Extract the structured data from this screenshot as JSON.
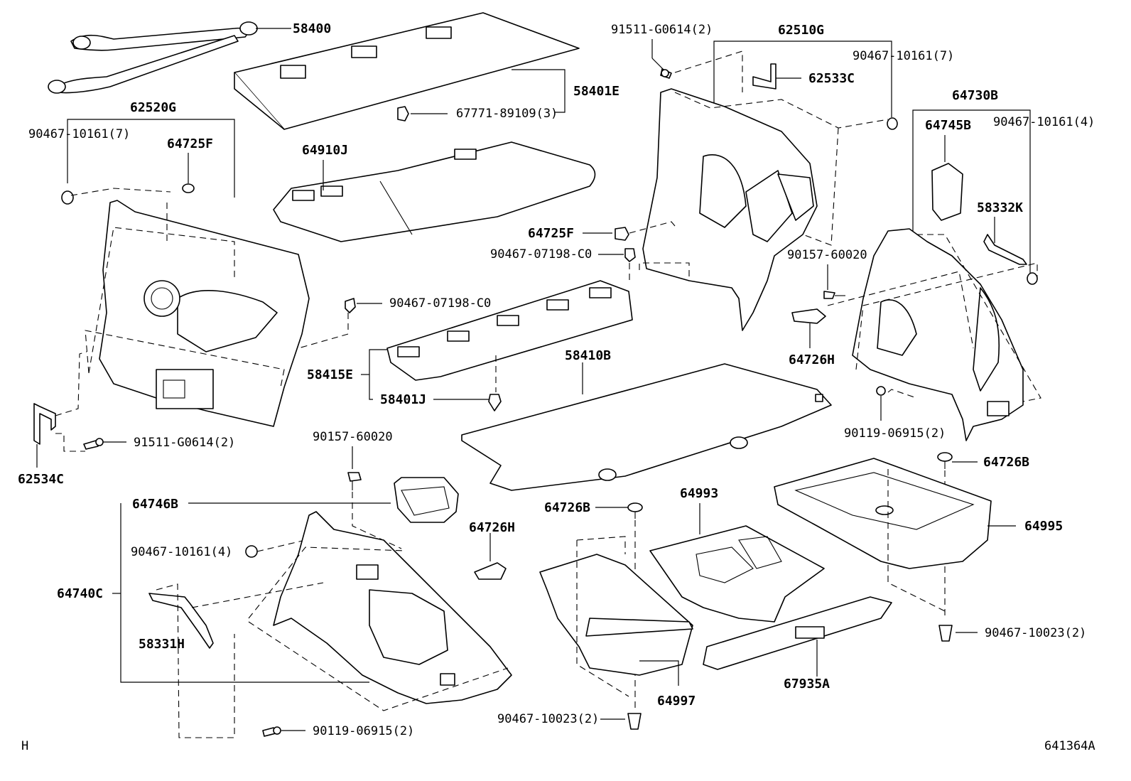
{
  "labels": {
    "l58400": "58400",
    "l58401E": "58401E",
    "l67771": "67771-89109(3)",
    "l64910J": "64910J",
    "l62520G": "62520G",
    "l90467_10161_7_left": "90467-10161(7)",
    "l64725F_left": "64725F",
    "l91511_top": "91511-G0614(2)",
    "l62510G": "62510G",
    "l62533C": "62533C",
    "l90467_10161_7_right": "90467-10161(7)",
    "l64730B": "64730B",
    "l64745B": "64745B",
    "l90467_10161_4_right": "90467-10161(4)",
    "l58332K": "58332K",
    "l64725F_mid": "64725F",
    "l90467_07198_mid": "90467-07198-C0",
    "l90157_60020_right": "90157-60020",
    "l90467_07198_left": "90467-07198-C0",
    "l64726H_right": "64726H",
    "l58415E": "58415E",
    "l58410B": "58410B",
    "l58401J": "58401J",
    "l90119_06915_right": "90119-06915(2)",
    "l91511_bottom": "91511-G0614(2)",
    "l62534C": "62534C",
    "l90157_60020_left": "90157-60020",
    "l64726B_right": "64726B",
    "l64746B": "64746B",
    "l64993": "64993",
    "l64726B_mid": "64726B",
    "l64726H_left": "64726H",
    "l64995": "64995",
    "l90467_10161_4_left": "90467-10161(4)",
    "l64740C": "64740C",
    "l58331H": "58331H",
    "l90467_10023_right": "90467-10023(2)",
    "l67935A": "67935A",
    "l64997": "64997",
    "l90467_10023_bottom": "90467-10023(2)",
    "l90119_06915_bottom": "90119-06915(2)",
    "corner_h": "H",
    "diagram_code": "641364A"
  }
}
